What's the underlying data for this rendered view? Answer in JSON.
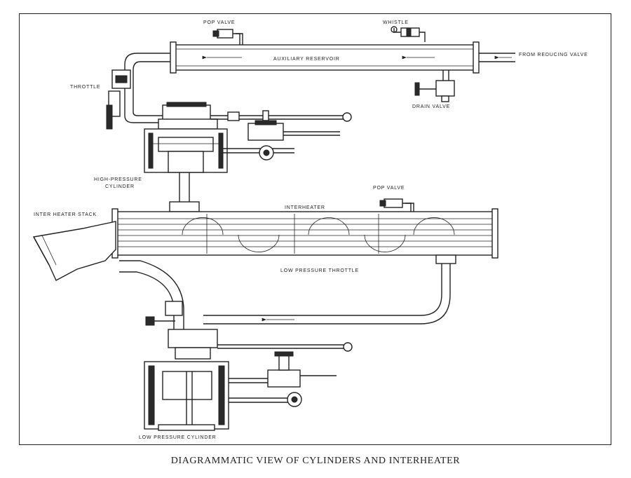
{
  "caption": "DIAGRAMMATIC VIEW OF CYLINDERS AND INTERHEATER",
  "labels": {
    "pop_valve_top": "POP VALVE",
    "whistle": "WHISTLE",
    "auxiliary_reservoir": "AUXILIARY RESERVOIR",
    "from_reducing_valve": "FROM REDUCING VALVE",
    "throttle": "THROTTLE",
    "drain_valve": "DRAIN VALVE",
    "high_pressure_cylinder_1": "HIGH-PRESSURE",
    "high_pressure_cylinder_2": "CYLINDER",
    "pop_valve_mid": "POP VALVE",
    "inter_heater_stack": "INTER HEATER STACK",
    "interheater": "INTERHEATER",
    "low_pressure_throttle": "LOW PRESSURE THROTTLE",
    "low_pressure_cylinder": "LOW PRESSURE CYLINDER"
  }
}
